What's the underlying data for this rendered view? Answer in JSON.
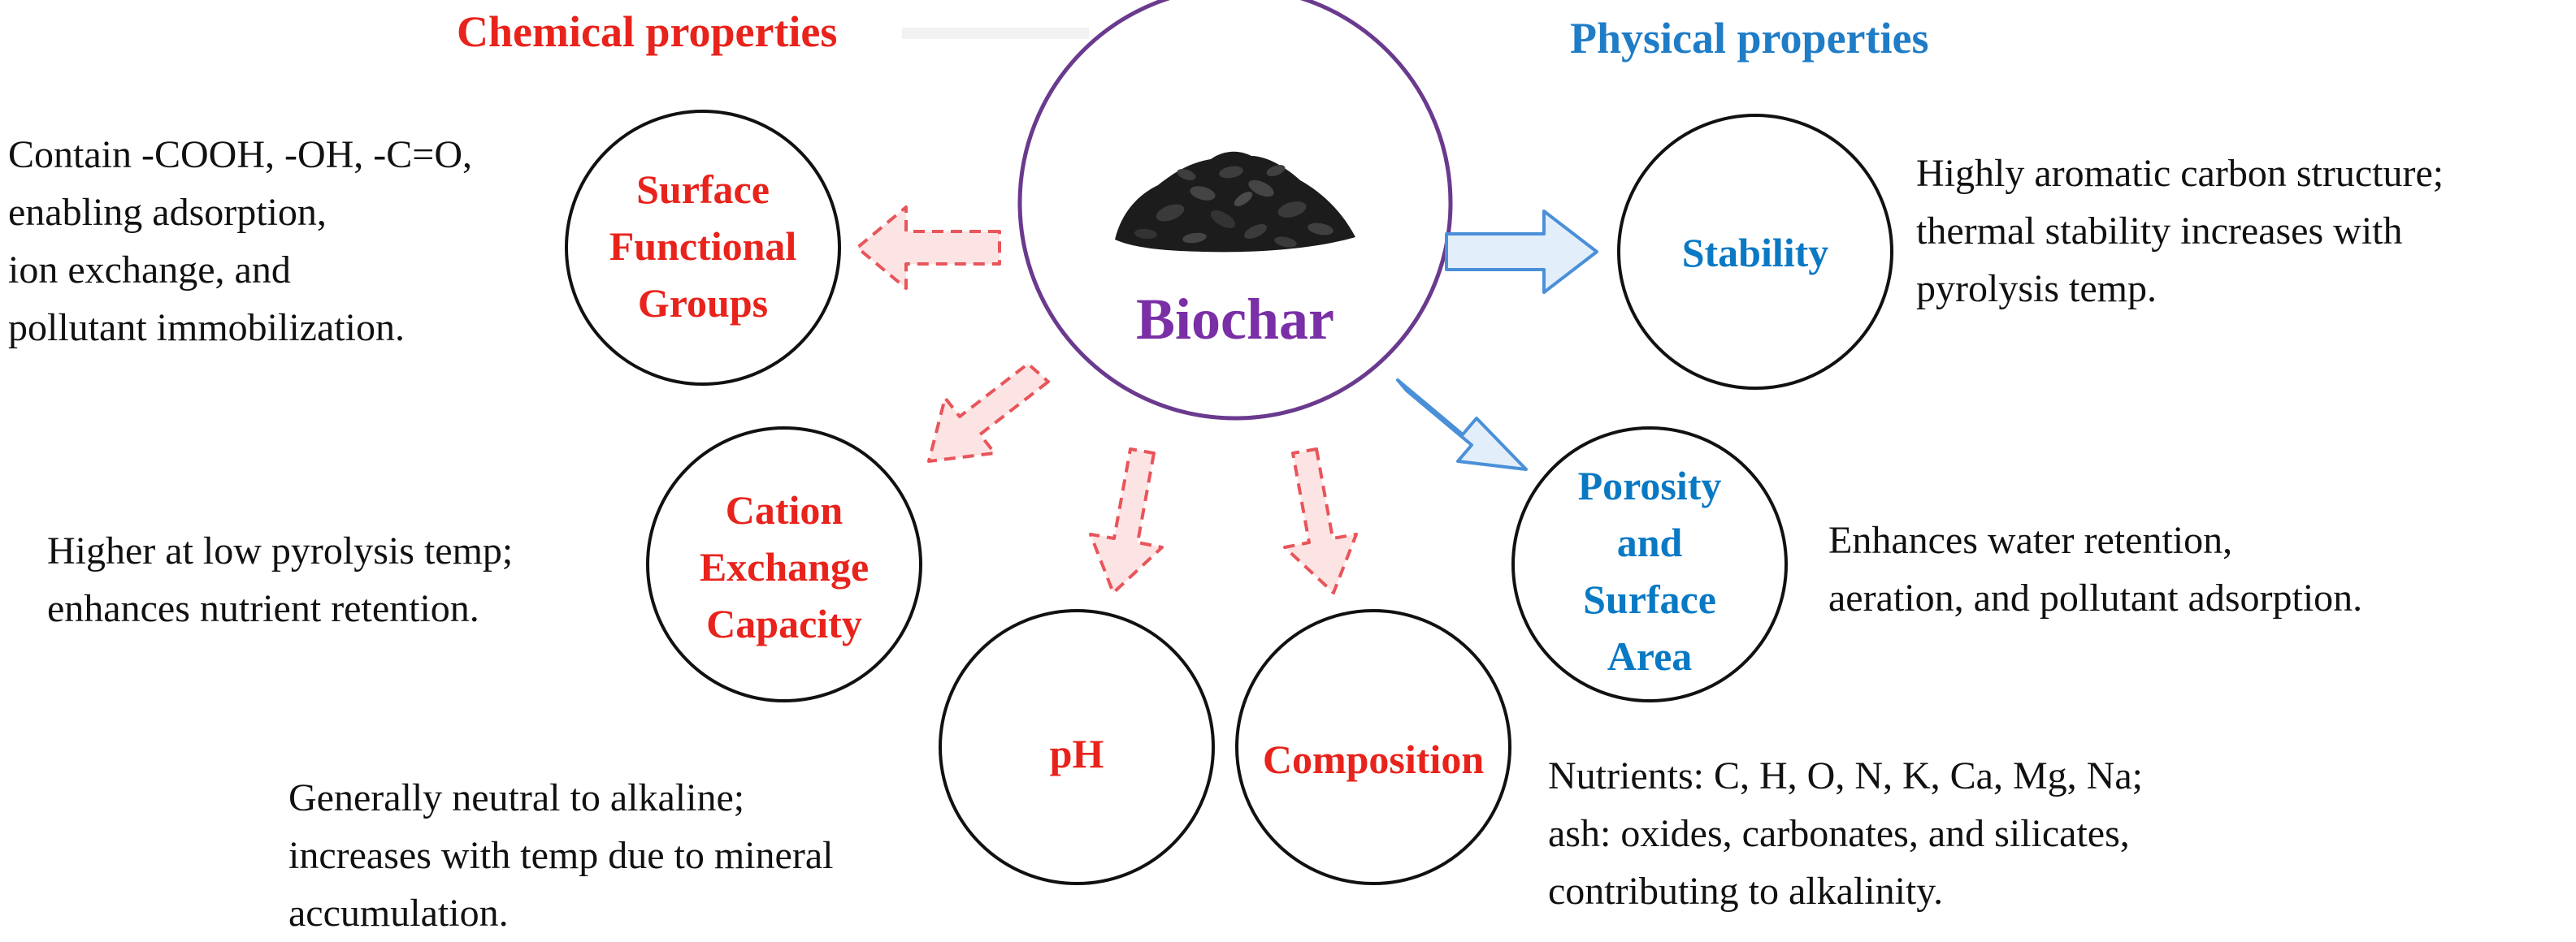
{
  "headings": {
    "chemical": "Chemical properties",
    "physical": "Physical properties"
  },
  "center": {
    "label": "Biochar",
    "icon": "biochar-pile-icon"
  },
  "nodes": {
    "surface_functional_groups": {
      "lines": [
        "Surface",
        "Functional",
        "Groups"
      ]
    },
    "cation_exchange_capacity": {
      "lines": [
        "Cation",
        "Exchange",
        "Capacity"
      ]
    },
    "ph": {
      "lines": [
        "pH"
      ]
    },
    "composition": {
      "lines": [
        "Composition"
      ]
    },
    "stability": {
      "lines": [
        "Stability"
      ]
    },
    "porosity": {
      "lines": [
        "Porosity",
        "and",
        "Surface",
        "Area"
      ]
    }
  },
  "descriptions": {
    "surface_functional_groups": [
      "Contain -COOH, -OH, -C=O,",
      "enabling adsorption,",
      "ion exchange, and",
      "pollutant immobilization."
    ],
    "cation_exchange_capacity": [
      "Higher at low pyrolysis temp;",
      "enhances nutrient retention."
    ],
    "ph": [
      "Generally neutral to alkaline;",
      "increases with temp due to mineral",
      "accumulation."
    ],
    "composition": [
      "Nutrients: C, H, O, N, K, Ca, Mg, Na;",
      "ash: oxides, carbonates, and silicates,",
      "contributing to alkalinity."
    ],
    "stability": [
      "Highly aromatic carbon structure;",
      "thermal stability increases with",
      "pyrolysis temp."
    ],
    "porosity": [
      "Enhances water retention,",
      "aeration, and pollutant adsorption."
    ]
  },
  "colors": {
    "chemical": "#e8231c",
    "physical": "#1f7cc6",
    "center": "#7a2fa6",
    "red_arrow_fill": "#fde4e4",
    "blue_arrow_fill": "#e3eefb"
  }
}
